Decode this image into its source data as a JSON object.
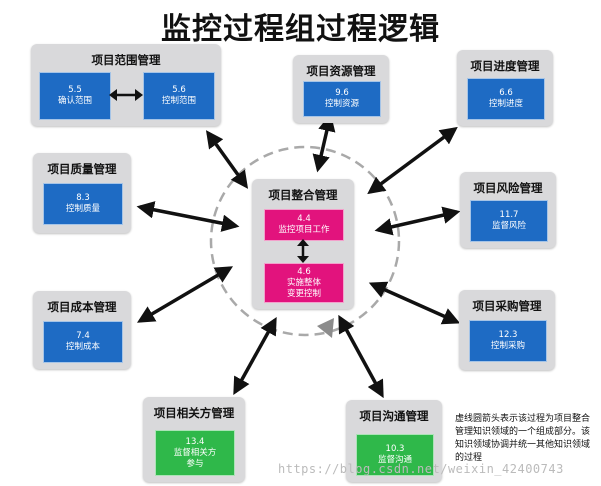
{
  "title": "监控过程组过程逻辑",
  "panels": {
    "scope": {
      "title": "项目范围管理",
      "p1": {
        "num": "5.5",
        "name": "确认范围"
      },
      "p2": {
        "num": "5.6",
        "name": "控制范围"
      }
    },
    "resource": {
      "title": "项目资源管理",
      "p1": {
        "num": "9.6",
        "name": "控制资源"
      }
    },
    "schedule": {
      "title": "项目进度管理",
      "p1": {
        "num": "6.6",
        "name": "控制进度"
      }
    },
    "quality": {
      "title": "项目质量管理",
      "p1": {
        "num": "8.3",
        "name": "控制质量"
      }
    },
    "integration": {
      "title": "项目整合管理",
      "p1": {
        "num": "4.4",
        "name": "监控项目工作"
      },
      "p2": {
        "num": "4.6",
        "name1": "实施整体",
        "name2": "变更控制"
      }
    },
    "risk": {
      "title": "项目风险管理",
      "p1": {
        "num": "11.7",
        "name": "监督风险"
      }
    },
    "cost": {
      "title": "项目成本管理",
      "p1": {
        "num": "7.4",
        "name": "控制成本"
      }
    },
    "procurement": {
      "title": "项目采购管理",
      "p1": {
        "num": "12.3",
        "name": "控制采购"
      }
    },
    "stakeholder": {
      "title": "项目相关方管理",
      "p1": {
        "num": "13.4",
        "name1": "监督相关方",
        "name2": "参与"
      }
    },
    "communication": {
      "title": "项目沟通管理",
      "p1": {
        "num": "10.3",
        "name": "监督沟通"
      }
    }
  },
  "note": "虚线圆箭头表示该过程为项目整合管理知识领域的一个组成部分。该知识领域协调并统一其他知识领域的过程",
  "watermark": "https://blog.csdn.net/weixin_42400743",
  "colors": {
    "panel": "#d9d9db",
    "process_blue": "#1e6bc4",
    "process_pink": "#e2137d",
    "process_green": "#2fb84a",
    "arrow": "#111111",
    "dashed_circle": "#a9a9a9"
  }
}
